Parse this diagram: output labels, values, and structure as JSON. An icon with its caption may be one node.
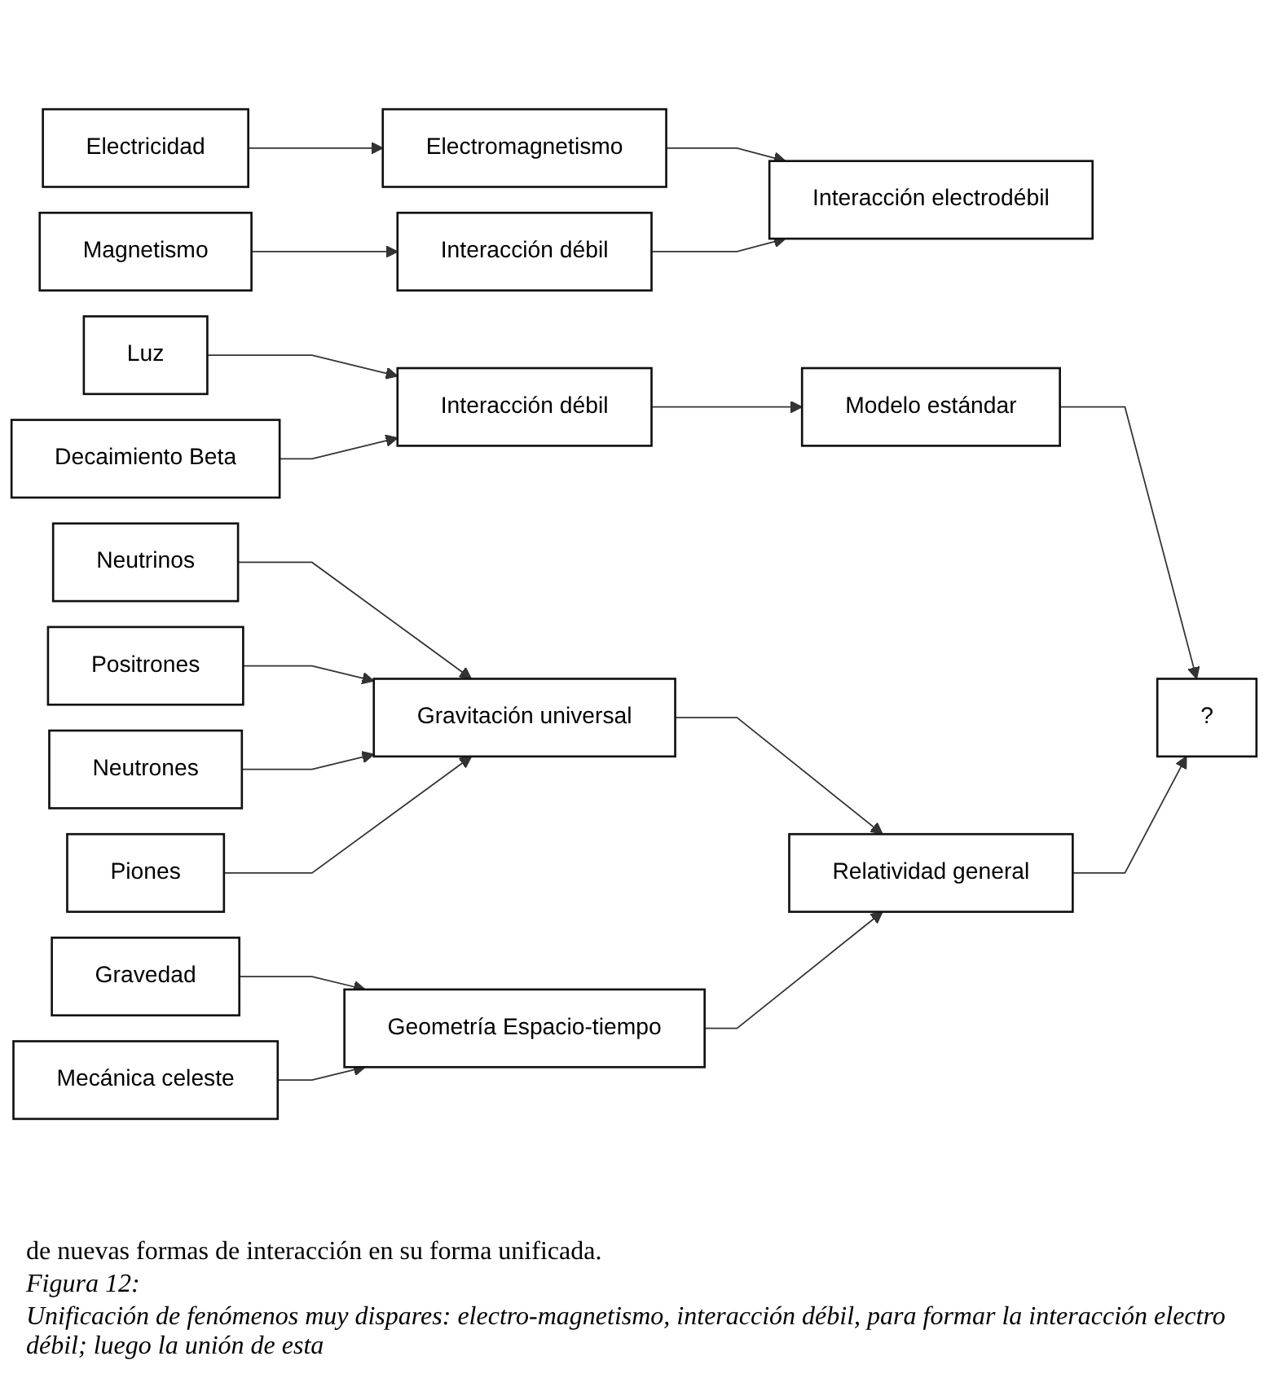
{
  "diagram": {
    "caption": "Unificación de fenómenos muy dispares: electro-magnetismo, interacción débil, para formar la interacción electro débil; luego la unión de esta",
    "nodes": [
      {
        "text": [
          "Electricidad"
        ]
      },
      {
        "text": [
          "Electromagnetismo"
        ]
      },
      {
        "text": [
          "Interacción electrodébil"
        ]
      },
      {
        "text": [
          "Magnetismo"
        ]
      },
      {
        "text": [
          "Interacción débil"
        ]
      },
      {
        "text": [
          "Luz"
        ]
      },
      {
        "text": [
          "Decaimiento Beta"
        ]
      },
      {
        "text": [
          "Interacción débil"
        ]
      },
      {
        "text": [
          "Modelo estándar"
        ]
      },
      {
        "text": [
          "?"
        ]
      },
      {
        "text": [
          "Neutrinos"
        ]
      },
      {
        "text": [
          "Positrones"
        ]
      },
      {
        "text": [
          "Gravitación universal"
        ]
      },
      {
        "text": [
          "Neutrones"
        ]
      },
      {
        "text": [
          "Relatividad general"
        ]
      },
      {
        "text": [
          "Geometría Espacio-tiempo"
        ]
      },
      {
        "text": [
          "Piones"
        ]
      },
      {
        "text": [
          "Gravedad"
        ]
      },
      {
        "text": [
          "Mecánica celeste"
        ]
      }
    ],
    "edges": [
      {
        "from": 0,
        "to": 1,
        "arrow": "to"
      },
      {
        "from": 1,
        "to": 2,
        "arrow": "to"
      },
      {
        "from": 3,
        "to": 4,
        "arrow": "to"
      },
      {
        "from": 4,
        "to": 2,
        "arrow": "to"
      },
      {
        "from": 5,
        "to": 7,
        "arrow": "to"
      },
      {
        "from": 6,
        "to": 7,
        "arrow": "to"
      },
      {
        "from": 7,
        "to": 8,
        "arrow": "to"
      },
      {
        "from": 8,
        "to": 9,
        "arrow": "to"
      },
      {
        "from": 10,
        "to": 12,
        "arrow": "to"
      },
      {
        "from": 11,
        "to": 12,
        "arrow": "to"
      },
      {
        "from": 13,
        "to": 12,
        "arrow": "to"
      },
      {
        "from": 16,
        "to": 12,
        "arrow": "to"
      },
      {
        "from": 17,
        "to": 15,
        "arrow": "to"
      },
      {
        "from": 18,
        "to": 15,
        "arrow": "to"
      },
      {
        "from": 12,
        "to": 14,
        "arrow": "to"
      },
      {
        "from": 15,
        "to": 14,
        "arrow": "to"
      },
      {
        "from": 14,
        "to": 9,
        "arrow": "to"
      }
    ],
    "labels": [
      "de nuevas formas de interacción en su forma unificada.",
      "Figura 12:"
    ]
  }
}
